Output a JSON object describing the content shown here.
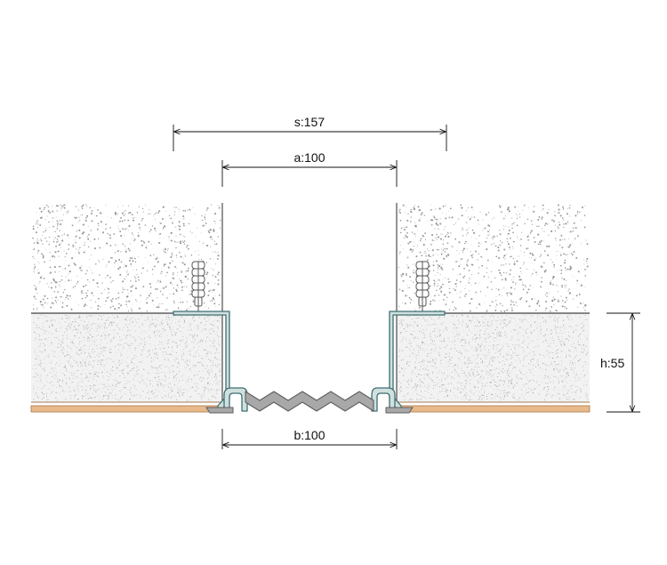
{
  "dimensions": {
    "s": "s:157",
    "a": "a:100",
    "b": "b:100",
    "h": "h:55"
  },
  "colors": {
    "line": "#111111",
    "concrete_dot": "#8a8a8a",
    "screed_fill": "#f4f4f4",
    "profile": "#3f6f72",
    "profile_fill": "#cfe0df",
    "insert": "#6e6e6e",
    "insert_fill": "#a8a8a8",
    "anchor": "#555555",
    "base_layer": "#e8b98a",
    "base_edge": "#a57a4e"
  }
}
